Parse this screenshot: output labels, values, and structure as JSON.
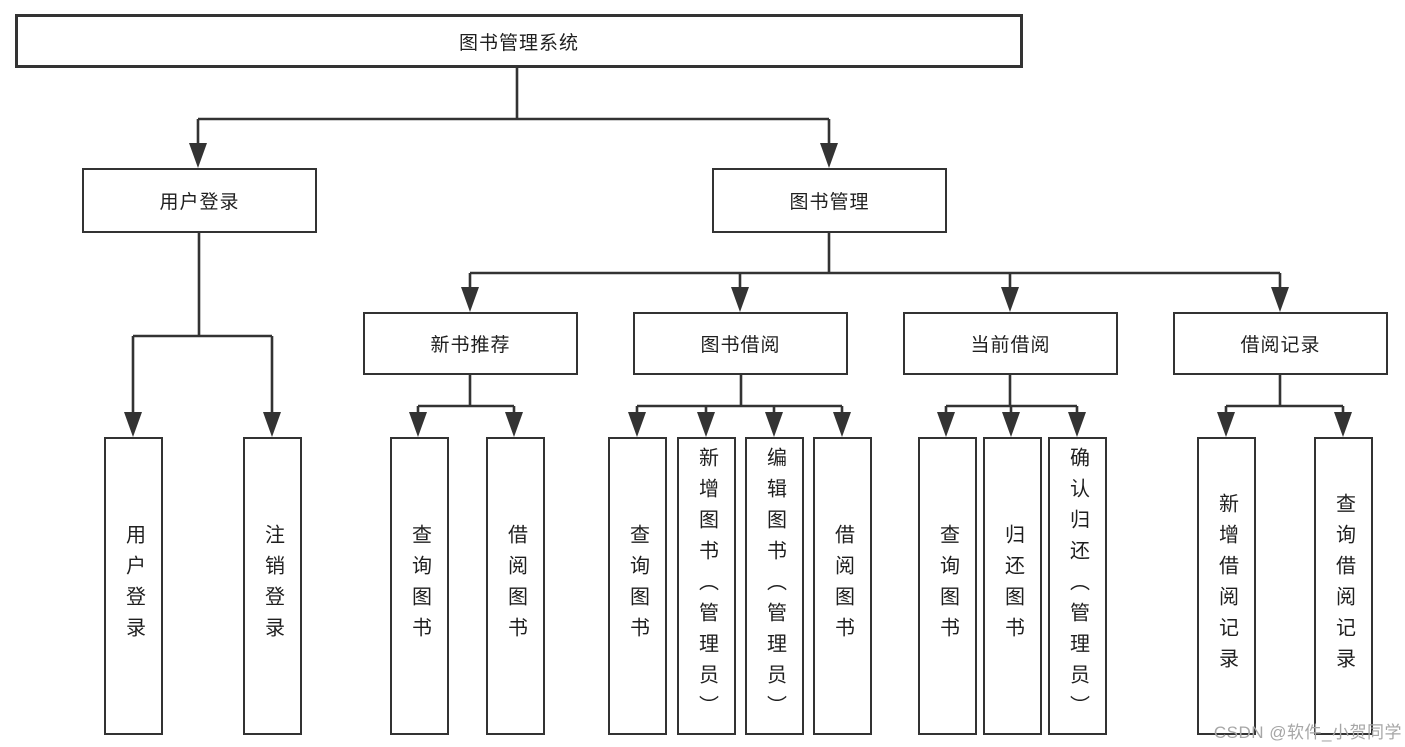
{
  "diagram": {
    "root": {
      "label": "图书管理系统"
    },
    "branches": [
      {
        "label": "用户登录",
        "children": [
          {
            "label": "用户登录"
          },
          {
            "label": "注销登录"
          }
        ]
      },
      {
        "label": "图书管理",
        "children": [
          {
            "label": "新书推荐",
            "children": [
              {
                "label": "查询图书"
              },
              {
                "label": "借阅图书"
              }
            ]
          },
          {
            "label": "图书借阅",
            "children": [
              {
                "label": "查询图书"
              },
              {
                "label": "新增图书（管理员）"
              },
              {
                "label": "编辑图书（管理员）"
              },
              {
                "label": "借阅图书"
              }
            ]
          },
          {
            "label": "当前借阅",
            "children": [
              {
                "label": "查询图书"
              },
              {
                "label": "归还图书"
              },
              {
                "label": "确认归还（管理员）"
              }
            ]
          },
          {
            "label": "借阅记录",
            "children": [
              {
                "label": "新增借阅记录"
              },
              {
                "label": "查询借阅记录"
              }
            ]
          }
        ]
      }
    ]
  },
  "watermark": {
    "text": "CSDN @软件_小贺同学"
  },
  "colors": {
    "line": "#333333",
    "box_border": "#333333",
    "text": "#1f1f1f",
    "background": "#ffffff",
    "watermark": "#a6a6a6"
  }
}
